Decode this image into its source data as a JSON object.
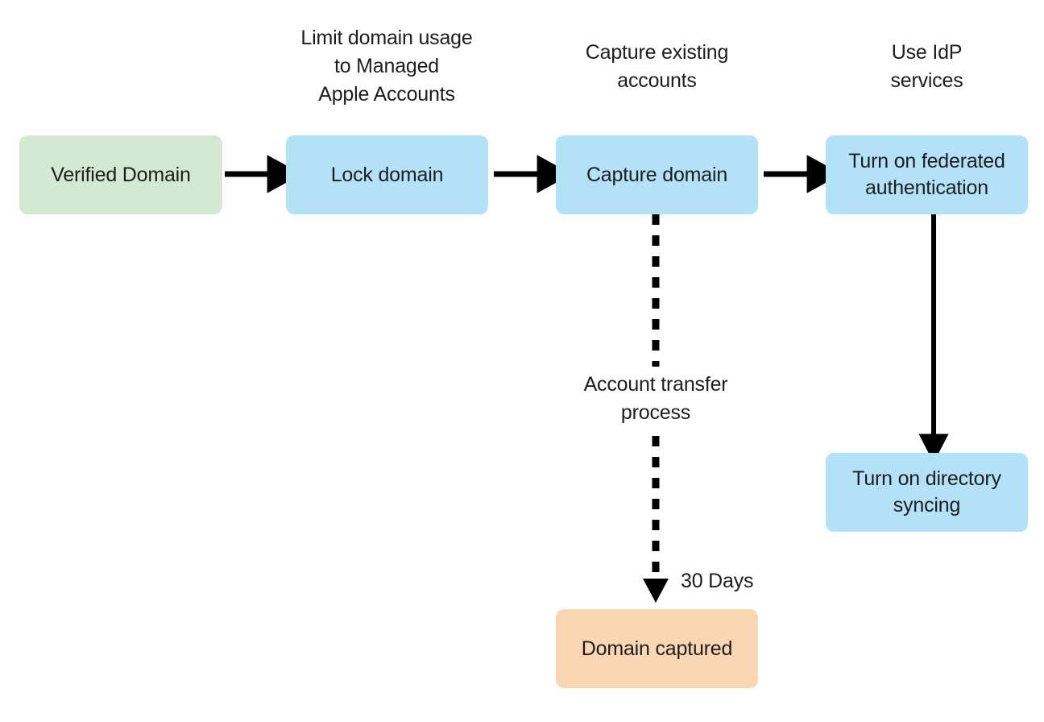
{
  "diagram": {
    "title": "Managed Apple Account domain capture flow",
    "background": "#ffffff",
    "colors": {
      "green": "#d4e9d2",
      "blue": "#b3e1f7",
      "orange": "#fbd6b3",
      "stroke": "#000000",
      "text": "#1d1d1f"
    },
    "column_labels": [
      {
        "id": "label-limit-domain-usage",
        "text": "Limit domain usage\nto Managed\nApple Accounts"
      },
      {
        "id": "label-capture-existing-accounts",
        "text": "Capture existing\naccounts"
      },
      {
        "id": "label-use-idp-services",
        "text": "Use IdP\nservices"
      }
    ],
    "nodes": [
      {
        "id": "verified-domain",
        "text": "Verified Domain",
        "color": "green"
      },
      {
        "id": "lock-domain",
        "text": "Lock domain",
        "color": "blue"
      },
      {
        "id": "capture-domain",
        "text": "Capture domain",
        "color": "blue"
      },
      {
        "id": "turn-on-federated-authentication",
        "text": "Turn on federated\nauthentication",
        "color": "blue"
      },
      {
        "id": "turn-on-directory-syncing",
        "text": "Turn on directory\nsyncing",
        "color": "blue"
      },
      {
        "id": "domain-captured",
        "text": "Domain captured",
        "color": "orange"
      }
    ],
    "edge_labels": [
      {
        "id": "account-transfer-process",
        "text": "Account transfer\nprocess"
      },
      {
        "id": "thirty-days",
        "text": "30 Days"
      }
    ],
    "edges": [
      {
        "id": "verified-domain-to-lock-domain",
        "style": "solid"
      },
      {
        "id": "lock-domain-to-capture-domain",
        "style": "solid"
      },
      {
        "id": "capture-domain-to-federated-authentication",
        "style": "solid"
      },
      {
        "id": "federated-authentication-to-directory-syncing",
        "style": "solid"
      },
      {
        "id": "capture-domain-to-domain-captured",
        "style": "dashed"
      }
    ]
  }
}
